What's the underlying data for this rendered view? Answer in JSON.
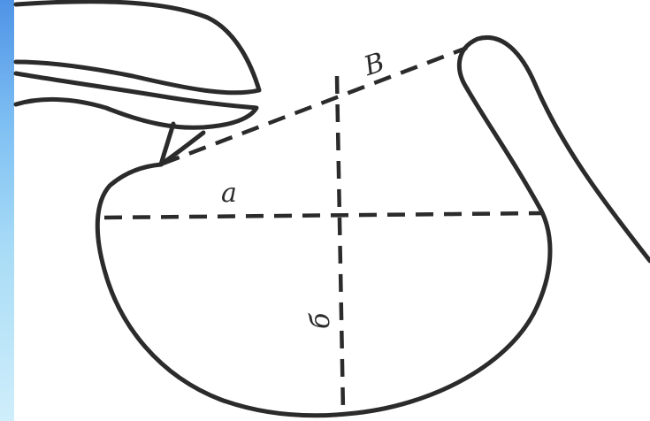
{
  "diagram": {
    "labels": {
      "a": "a",
      "b": "б",
      "v": "В"
    },
    "colors": {
      "stroke": "#2b2b2b",
      "background": "#ffffff",
      "edge_strip": "#7fc0f3"
    }
  }
}
